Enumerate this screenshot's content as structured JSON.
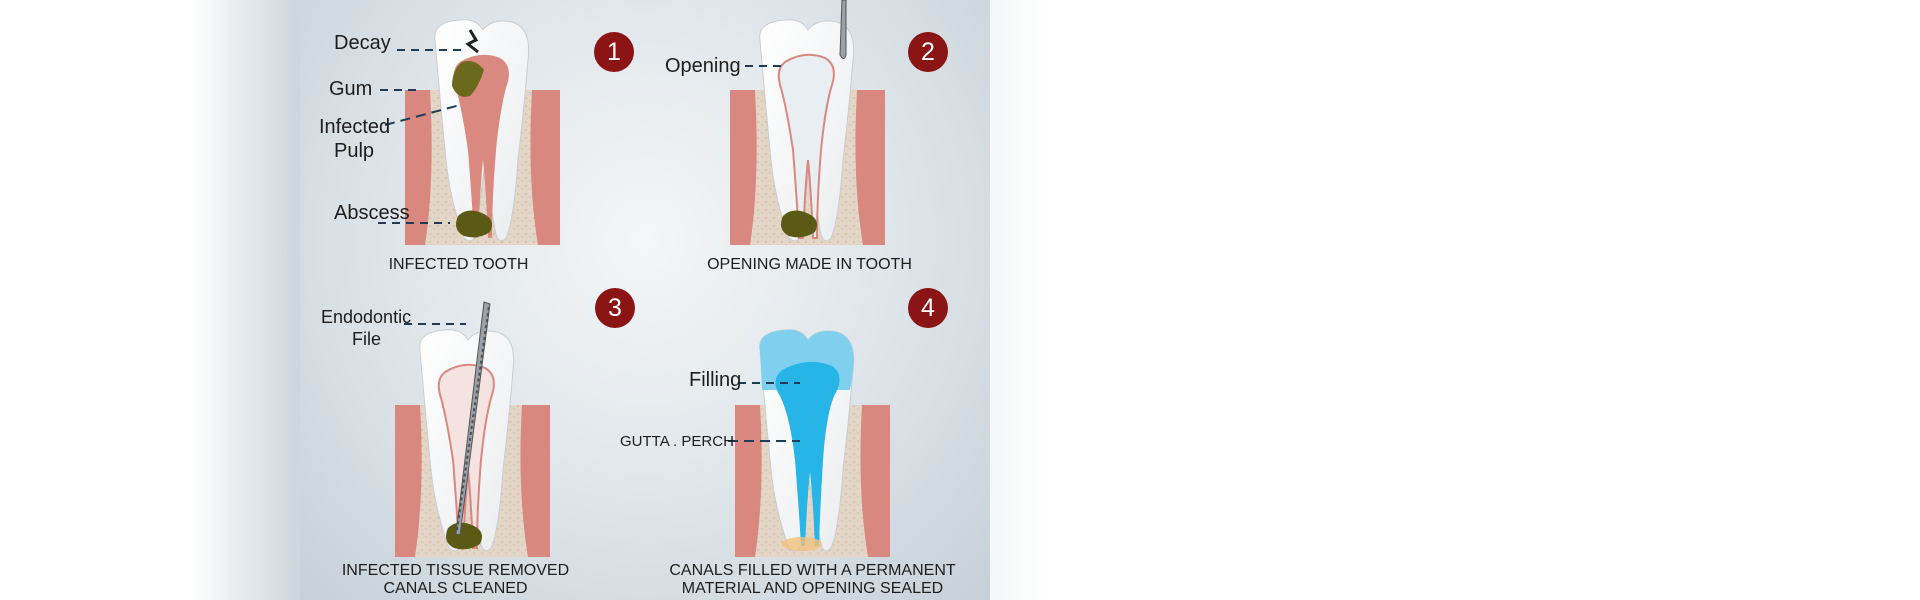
{
  "steps": [
    {
      "number": "1",
      "caption_lines": [
        "INFECTED TOOTH"
      ],
      "labels": {
        "decay": "Decay",
        "gum": "Gum",
        "infected_pulp_line1": "Infected",
        "infected_pulp_line2": "Pulp",
        "abscess": "Abscess"
      }
    },
    {
      "number": "2",
      "caption_lines": [
        "OPENING MADE IN TOOTH"
      ],
      "labels": {
        "opening": "Opening"
      }
    },
    {
      "number": "3",
      "caption_lines": [
        "INFECTED TISSUE REMOVED",
        "CANALS CLEANED"
      ],
      "labels": {
        "file_line1": "Endodontic",
        "file_line2": "File"
      }
    },
    {
      "number": "4",
      "caption_lines": [
        "CANALS FILLED WITH A PERMANENT",
        "MATERIAL AND OPENING SEALED"
      ],
      "labels": {
        "filling": "Filling",
        "gutta_percha": "GUTTA . PERCH"
      }
    }
  ],
  "colors": {
    "badge": "#8b1414",
    "gum": "#d98880",
    "bone": "#e3d6c6",
    "enamel": "#fbfbfb",
    "pulp_infected": "#d9897f",
    "decay": "#6b6a1c",
    "abscess": "#5b5a14",
    "filling": "#27b4e6",
    "filling_light": "#7fd0ef",
    "instrument": "#9aa1a8",
    "leader_line": "#1f3b57"
  },
  "icons": [
    "tooth-illustration",
    "endodontic-file-icon",
    "dental-probe-icon"
  ]
}
